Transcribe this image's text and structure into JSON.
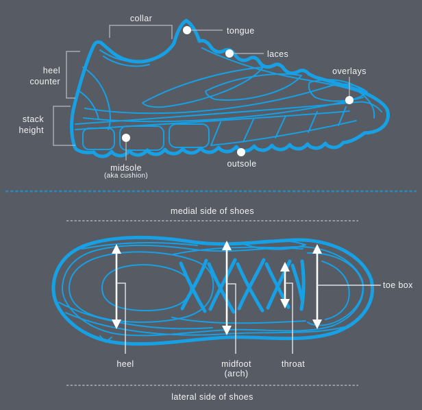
{
  "title": "anatomy of a running shoe diagram",
  "colors": {
    "background": "#565B64",
    "shoe_outline": "#18A0E4",
    "divider_dashed": "#2C87B4",
    "caption_dashed": "#AEB2B6",
    "label_text": "#F2F3F4",
    "pointer_line": "#A9ADB2",
    "arrow": "#FFFFFF"
  },
  "side_view": {
    "collar_label": "collar",
    "heel_counter_line1": "heel",
    "heel_counter_line2": "counter",
    "stack_height_line1": "stack",
    "stack_height_line2": "height",
    "tongue_label": "tongue",
    "laces_label": "laces",
    "overlays_label": "overlays",
    "midsole_label": "midsole",
    "midsole_sublabel": "(aka cushion)",
    "outsole_label": "outsole"
  },
  "top_view": {
    "medial_caption": "medial side of shoes",
    "lateral_caption": "lateral side of shoes",
    "heel_label": "heel",
    "midfoot_label": "midfoot",
    "midfoot_sublabel": "(arch)",
    "throat_label": "throat",
    "toe_box_label": "toe box"
  }
}
